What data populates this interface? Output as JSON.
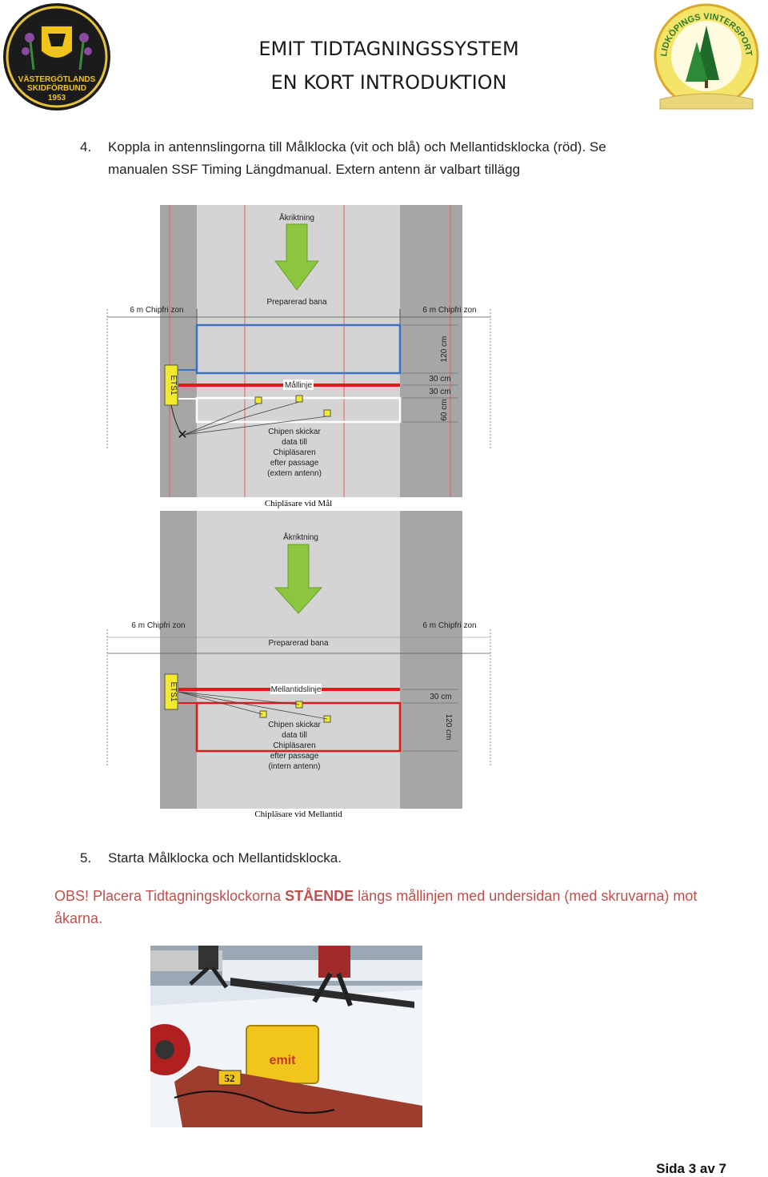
{
  "header": {
    "title_line1": "EMIT TIDTAGNINGSSYSTEM",
    "title_line2": "EN KORT INTRODUKTION",
    "logo_left": {
      "line1": "VÄSTERGÖTLANDS",
      "line2": "SKIDFÖRBUND",
      "year": "1953"
    },
    "logo_right": {
      "text": "LIDKÖPINGS VINTERSPORTKLUBB"
    }
  },
  "step4": {
    "number": "4.",
    "line1": "Koppla in antennslingorna till Målklocka (vit och blå) och Mellantidsklocka (röd). Se",
    "line2": "manualen SSF Timing Längdmanual. Extern antenn är valbart tillägg"
  },
  "diagram1": {
    "direction": "Åkriktning",
    "track": "Preparerad bana",
    "zone_left": "6 m Chipfri zon",
    "zone_right": "6 m Chipfri zon",
    "device": "ETS1",
    "line_label": "Mållinje",
    "dim1": "120 cm",
    "dim2": "30 cm",
    "dim3": "30 cm",
    "dim4": "60 cm",
    "note1": "Chipen skickar",
    "note2": "data till",
    "note3": "Chipläsaren",
    "note4": "efter passage",
    "note5": "(extern antenn)",
    "caption": "Chipläsare vid Mål"
  },
  "diagram2": {
    "direction": "Åkriktning",
    "track": "Preparerad bana",
    "zone_left": "6 m Chipfri zon",
    "zone_right": "6 m Chipfri zon",
    "device": "ETS1",
    "line_label": "Mellantidslinje",
    "dim1": "30 cm",
    "dim2": "120 cm",
    "note1": "Chipen skickar",
    "note2": "data till",
    "note3": "Chipläsaren",
    "note4": "efter passage",
    "note5": "(intern antenn)",
    "caption": "Chipläsare vid Mellantid"
  },
  "step5": {
    "number": "5.",
    "text": "Starta Målklocka och Mellantidsklocka."
  },
  "obs": {
    "prefix": "OBS! Placera Tidtagningsklockorna ",
    "bold": "STÅENDE",
    "suffix": " längs mållinjen med undersidan (med skruvarna) mot",
    "line2": "åkarna."
  },
  "photo": {
    "bib_number": "52",
    "case_brand": "emit"
  },
  "footer": {
    "page": "Sida 3 av 7"
  },
  "colors": {
    "blue_loop": "#3b73c4",
    "red_loop": "#e01919",
    "arrow_green": "#8cc63f",
    "chip_yellow": "#f2ea2d",
    "obs_text": "#c0504d"
  }
}
